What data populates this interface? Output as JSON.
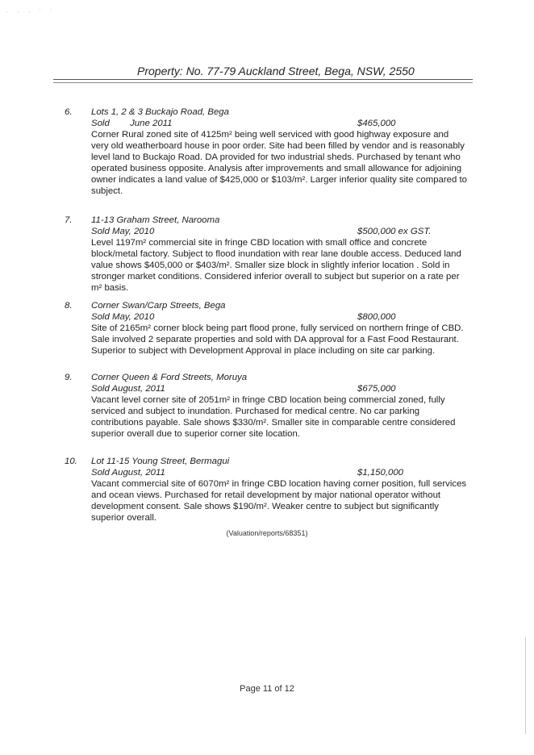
{
  "header": {
    "property": "Property:  No. 77-79 Auckland Street, Bega, NSW, 2550"
  },
  "entries": [
    {
      "number": "6.",
      "address": "Lots 1, 2 & 3 Buckajo Road, Bega",
      "sold": "Sold        June 2011",
      "price": "$465,000",
      "description": "Corner Rural zoned site of 4125m² being well serviced with good highway exposure and very old weatherboard house in poor order.  Site had been filled by vendor and is reasonably level land to Buckajo Road.  DA provided for two industrial sheds.  Purchased by tenant who operated business opposite.  Analysis after improvements and small allowance for adjoining owner indicates a land value of $425,000 or $103/m².  Larger inferior quality site compared to subject."
    },
    {
      "number": "7.",
      "address": "11-13 Graham Street, Narooma",
      "sold": "Sold May, 2010",
      "price": "$500,000 ex GST.",
      "description": "Level 1197m² commercial site in fringe CBD location with small office and concrete block/metal factory.  Subject to flood inundation with rear lane double access.  Deduced land value shows $405,000 or $403/m².  Smaller size block in slightly inferior location . Sold in stronger market conditions. Considered inferior overall to subject but superior on a rate per m² basis."
    },
    {
      "number": "8.",
      "address": "Corner Swan/Carp Streets, Bega",
      "sold": "Sold May, 2010",
      "price": "$800,000",
      "description": "Site of 2165m² corner block being part flood prone, fully serviced on northern fringe of CBD.  Sale involved 2 separate properties and  sold with DA approval for a Fast Food Restaurant. Superior to subject with Development Approval in place including on site car parking."
    },
    {
      "number": "9.",
      "address": "Corner Queen & Ford Streets, Moruya",
      "sold": "Sold August, 2011",
      "price": "$675,000",
      "description": "Vacant level corner site of 2051m² in fringe CBD location being commercial zoned, fully serviced and subject to inundation.  Purchased for medical centre.  No car parking contributions payable. Sale shows $330/m². Smaller site in comparable centre considered superior overall due to superior corner site location."
    },
    {
      "number": "10.",
      "address": "Lot 11-15 Young Street, Bermagui",
      "sold": "Sold August, 2011",
      "price": "$1,150,000",
      "description": "Vacant commercial site of 6070m² in fringe CBD location having corner position, full services and ocean views.  Purchased for retail development by major national operator without development consent.  Sale shows $190/m².  Weaker centre to subject but significantly superior overall."
    }
  ],
  "footer": {
    "reference": "(Valuation/reports/68351)",
    "page": "Page 11 of 12"
  }
}
